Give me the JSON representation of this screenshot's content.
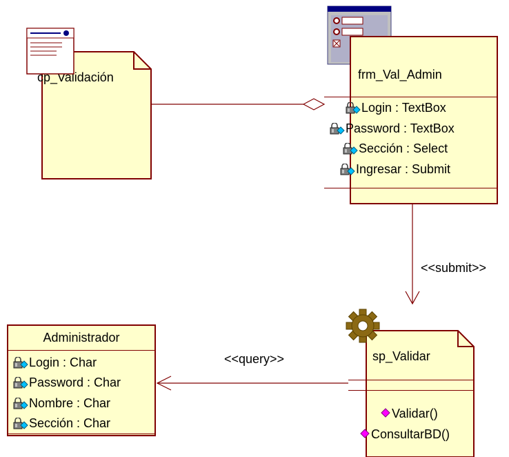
{
  "classes": {
    "cp": {
      "name": "cp_Validación"
    },
    "frm": {
      "name": "frm_Val_Admin",
      "attributes": [
        "Login : TextBox",
        "Password : TextBox",
        "Sección : Select",
        "Ingresar : Submit"
      ]
    },
    "sp": {
      "name": "sp_Validar",
      "operations": [
        "Validar()",
        "ConsultarBD()"
      ]
    },
    "admin": {
      "name": "Administrador",
      "attributes": [
        "Login : Char",
        "Password : Char",
        "Nombre : Char",
        "Sección : Char"
      ]
    }
  },
  "relations": {
    "submit": "<<submit>>",
    "query": "<<query>>"
  },
  "colors": {
    "box_fill": "#ffffcc",
    "box_border": "#800000",
    "operation_marker": "#ff00ff"
  },
  "icons": {
    "lock": "private-attribute-lock-icon",
    "client_page": "client-page-stereotype-icon",
    "form": "form-stereotype-icon",
    "server_page": "server-page-gear-icon",
    "operation": "public-operation-icon"
  }
}
